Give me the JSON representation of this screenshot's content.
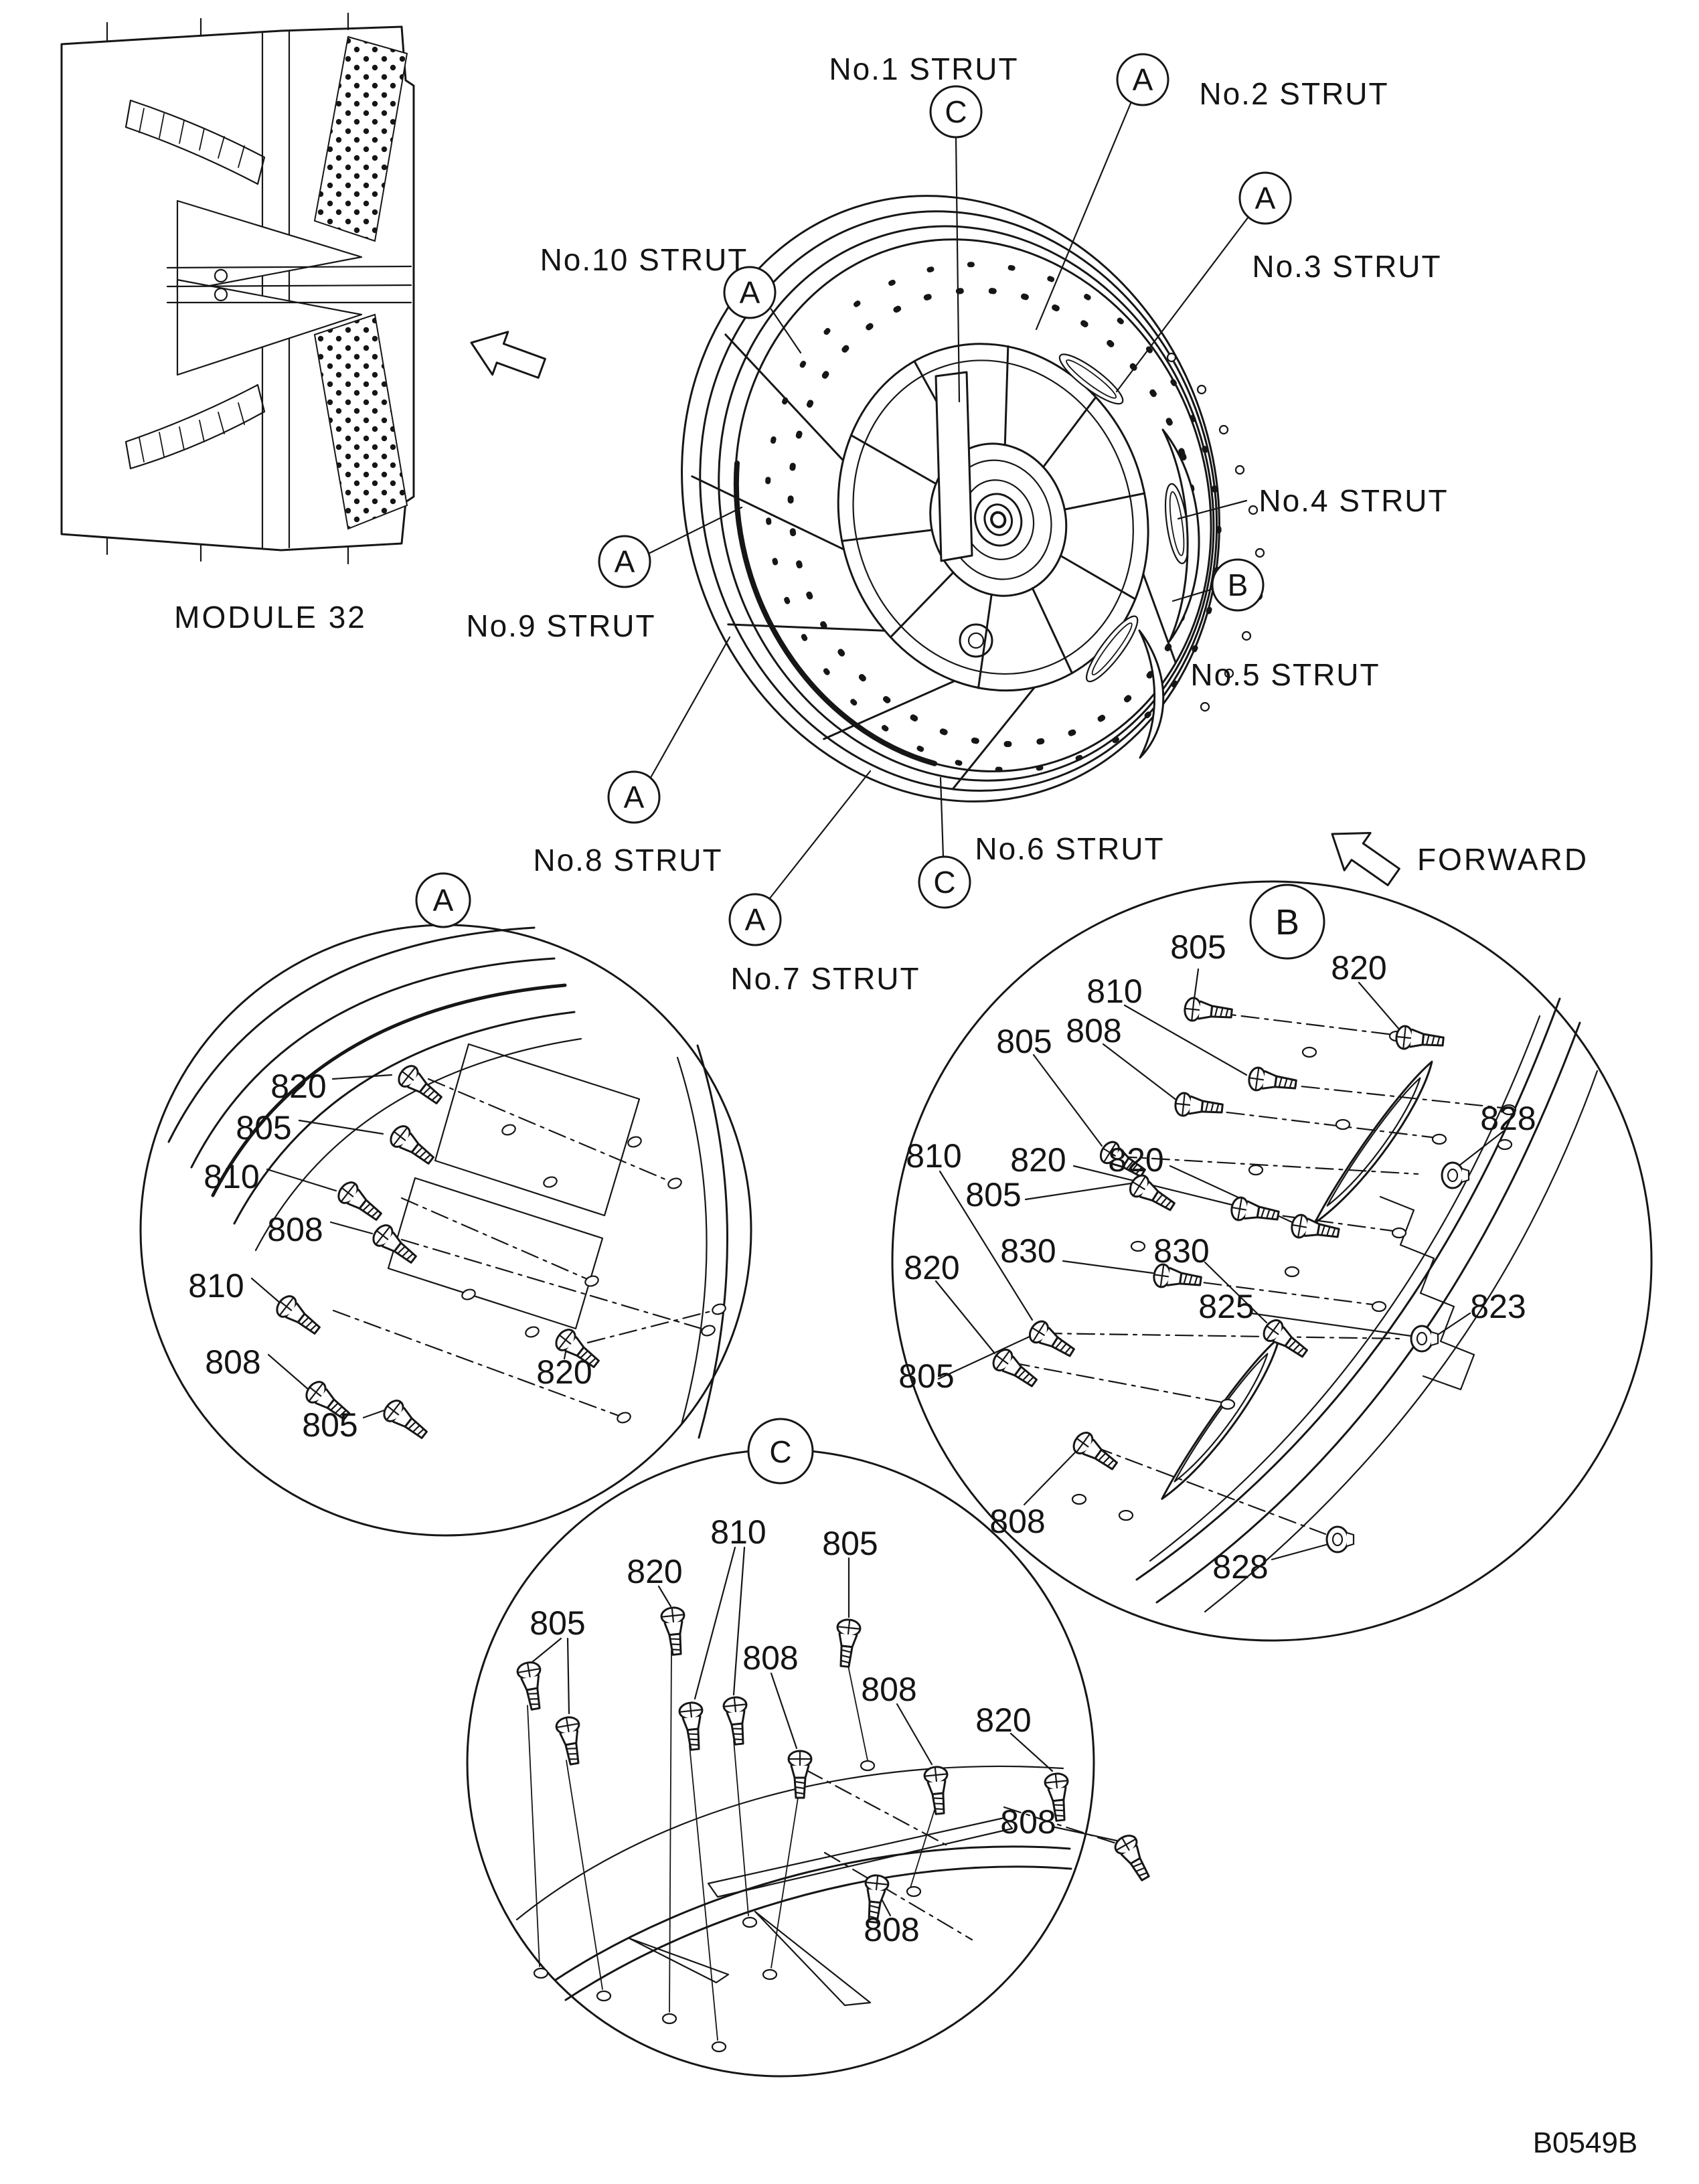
{
  "paper_color": "#ffffff",
  "ink_color": "#161616",
  "title_code": "B0549B",
  "module_inset": {
    "caption": "MODULE 32"
  },
  "orientation": {
    "forward_label": "FORWARD"
  },
  "main_view": {
    "strut_labels": {
      "s1": "No.1 STRUT",
      "s2": "No.2 STRUT",
      "s3": "No.3 STRUT",
      "s4": "No.4 STRUT",
      "s5": "No.5 STRUT",
      "s6": "No.6 STRUT",
      "s7": "No.7 STRUT",
      "s8": "No.8 STRUT",
      "s9": "No.9 STRUT",
      "s10": "No.10 STRUT"
    },
    "callouts": {
      "c_top": "C",
      "a_no2": "A",
      "a_no3": "A",
      "a_no10": "A",
      "a_no9": "A",
      "b_no5": "B",
      "a_no8": "A",
      "a_no7": "A",
      "c_no6": "C"
    }
  },
  "detail_views": {
    "a": {
      "letter": "A",
      "parts": [
        "820",
        "805",
        "810",
        "808",
        "810",
        "808",
        "805",
        "820"
      ]
    },
    "b": {
      "letter": "B",
      "parts": [
        "805",
        "820",
        "810",
        "808",
        "805",
        "828",
        "810",
        "820",
        "820",
        "805",
        "830",
        "830",
        "820",
        "825",
        "823",
        "805",
        "808",
        "828"
      ]
    },
    "c": {
      "letter": "C",
      "parts": [
        "810",
        "820",
        "805",
        "805",
        "808",
        "808",
        "820",
        "808",
        "808"
      ]
    }
  }
}
